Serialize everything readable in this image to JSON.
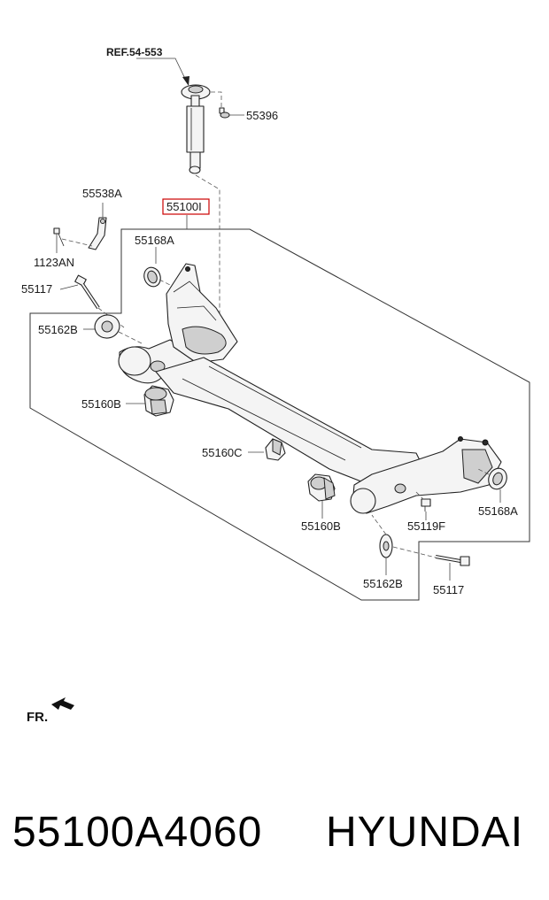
{
  "reference": "REF.54-553",
  "assembly_label": "55100I",
  "callouts": {
    "c55396": "55396",
    "c55538A": "55538A",
    "c1123AN": "1123AN",
    "c55117_left": "55117",
    "c55168A_left": "55168A",
    "c55162B_left": "55162B",
    "c55160B_left": "55160B",
    "c55160C": "55160C",
    "c55160B_right": "55160B",
    "c55119F": "55119F",
    "c55168A_right": "55168A",
    "c55162B_right": "55162B",
    "c55117_right": "55117"
  },
  "front_indicator": "FR.",
  "footer": {
    "part_number": "55100A4060",
    "brand": "HYUNDAI"
  },
  "colors": {
    "highlight": "#cc0000",
    "line": "#333333"
  }
}
